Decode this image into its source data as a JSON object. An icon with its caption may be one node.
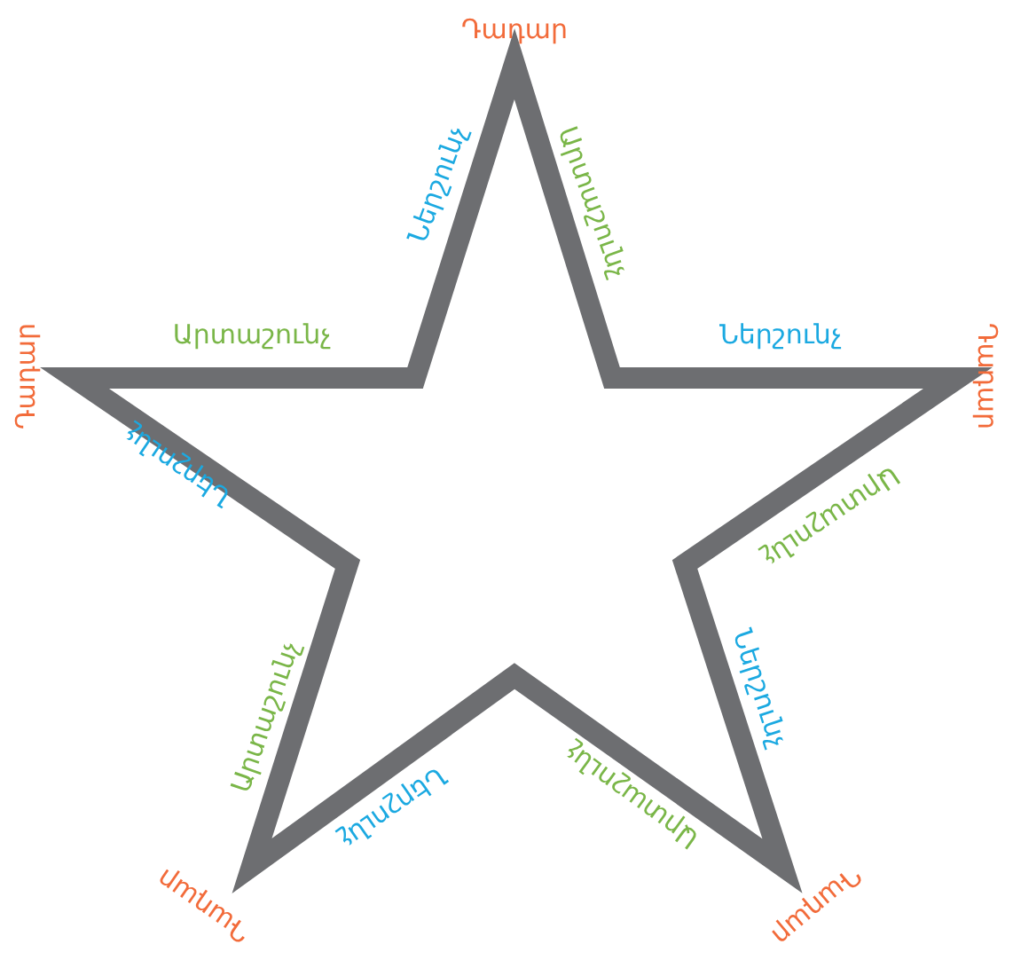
{
  "diagram": {
    "labels": [
      "Դադար",
      "Ներշունչ",
      "Արտաշունչ",
      "Արտաշունչ",
      "Ներշունչ",
      "Դադար",
      "Դադար",
      "Ներշունչ",
      "Արտաշունչ",
      "Արտաշունչ",
      "Ներշունչ",
      "Արտաշունչ",
      "Ներշունչ",
      "Դադար",
      "Դադար"
    ]
  }
}
